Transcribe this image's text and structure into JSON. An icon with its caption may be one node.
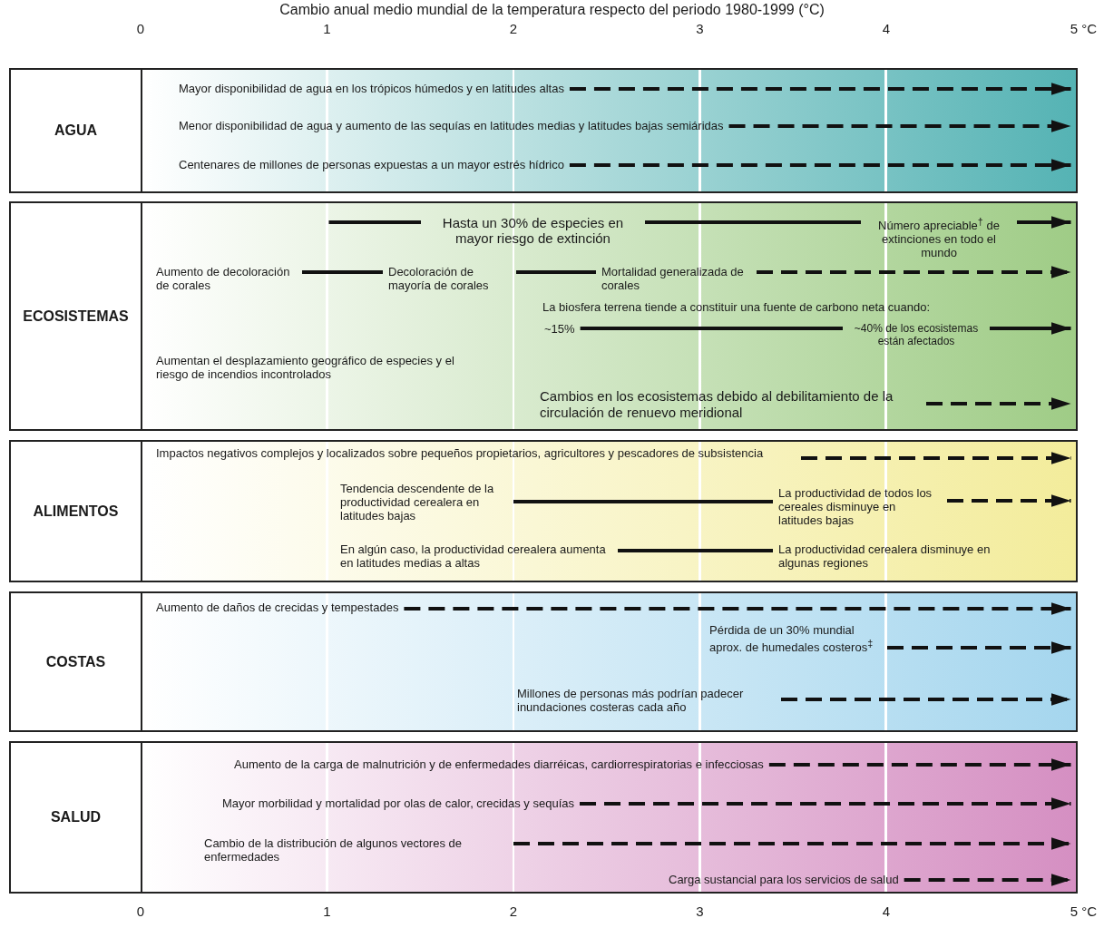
{
  "diagram": {
    "title": "Cambio anual medio mundial de la temperatura respecto del periodo 1980-1999 (°C)",
    "nodes": [
      {
        "text": [
          "AGUA"
        ]
      },
      {
        "text": [
          "Mayor disponibilidad de agua en los trópicos húmedos y en latitudes altas"
        ],
        "in": 0
      },
      {
        "text": [
          "Menor disponibilidad de agua y aumento de las sequías en latitudes medias y latitudes bajas semiáridas"
        ],
        "in": 0
      },
      {
        "text": [
          "Centenares de millones de personas expuestas a un mayor estrés hídrico"
        ],
        "in": 0
      },
      {
        "text": [
          "ECOSISTEMAS"
        ]
      },
      {
        "text": [
          "Hasta un 30% de especies en mayor riesgo de extinción"
        ],
        "in": 4
      },
      {
        "text": [
          "Número apreciable$^{†}$ de extinciones en todo el mundo"
        ],
        "in": 4
      },
      {
        "text": [
          "Aumento de decoloración de corales"
        ],
        "in": 4
      },
      {
        "text": [
          "Decoloración de mayoría de corales"
        ],
        "in": 4
      },
      {
        "text": [
          "Mortalidad generalizada de corales"
        ],
        "in": 4
      },
      {
        "text": [
          "~15%"
        ],
        "in": 4
      },
      {
        "text": [
          "~40% de los ecosistemas están afectados"
        ],
        "in": 4
      },
      {
        "text": [
          "Cambios en los ecosistemas debido al debilitamiento de la circulación de renuevo meridional"
        ],
        "in": 4
      },
      {
        "text": [
          "ALIMENTOS"
        ]
      },
      {
        "text": [
          "Impactos negativos complejos y localizados sobre pequeños propietarios, agricultores y pescadores de subsistencia"
        ],
        "in": 13
      },
      {
        "text": [
          "Tendencia descendente de la productividad cerealera en latitudes bajas"
        ],
        "in": 13
      },
      {
        "text": [
          "La productividad de todos los cereales disminuye en latitudes bajas"
        ],
        "in": 13
      },
      {
        "text": [
          "En algún caso, la productividad cerealera aumenta en latitudes medias a altas"
        ],
        "in": 13
      },
      {
        "text": [
          "La productividad cerealera disminuye en algunas regiones"
        ],
        "in": 13
      },
      {
        "text": [
          "COSTAS"
        ]
      },
      {
        "text": [
          "Aumento de daños de crecidas y tempestades"
        ],
        "in": 19
      },
      {
        "text": [
          "Pérdida de un 30% mundial aprox. de humedales costeros$^{‡}$"
        ],
        "in": 19
      },
      {
        "text": [
          "Millones de personas más podrían padecer inundaciones costeras cada año"
        ],
        "in": 19
      },
      {
        "text": [
          "SALUD"
        ]
      },
      {
        "text": [
          "Aumento de la carga de malnutrición y de enfermedades diarréicas, cardiorrespiratorias e infecciosas"
        ],
        "in": 23
      },
      {
        "text": [
          "Mayor morbilidad y mortalidad por olas de calor, crecidas y sequías"
        ],
        "in": 23
      },
      {
        "text": [
          "Cambio de la distribución de algunos vectores de enfermedades"
        ],
        "in": 23
      },
      {
        "text": [
          "Carga sustancial para los servicios de salud"
        ],
        "in": 23
      }
    ],
    "edges": [
      {
        "from": 1,
        "to": null,
        "arrow": "to",
        "style": "dashed"
      },
      {
        "from": 2,
        "to": null,
        "arrow": "to",
        "style": "dashed"
      },
      {
        "from": 3,
        "to": null,
        "arrow": "to",
        "style": "dashed"
      },
      {
        "from": null,
        "to": 5,
        "arrow": "none"
      },
      {
        "from": 5,
        "to": 6,
        "arrow": "none"
      },
      {
        "from": 6,
        "to": null,
        "arrow": "to"
      },
      {
        "from": 7,
        "to": 8,
        "arrow": "none"
      },
      {
        "from": 8,
        "to": 9,
        "arrow": "none"
      },
      {
        "from": 9,
        "to": null,
        "arrow": "to",
        "style": "dashed"
      },
      {
        "from": 10,
        "to": 11,
        "arrow": "none"
      },
      {
        "from": 11,
        "to": null,
        "arrow": "to"
      },
      {
        "from": 12,
        "to": null,
        "arrow": "to",
        "style": "dashed"
      },
      {
        "from": 14,
        "to": null,
        "arrow": "to",
        "style": "dashed"
      },
      {
        "from": 15,
        "to": 16,
        "arrow": "none"
      },
      {
        "from": 16,
        "to": null,
        "arrow": "to",
        "style": "dashed"
      },
      {
        "from": 17,
        "to": 18,
        "arrow": "none"
      },
      {
        "from": 20,
        "to": null,
        "arrow": "to",
        "style": "dashed"
      },
      {
        "from": 21,
        "to": null,
        "arrow": "to",
        "style": "dashed"
      },
      {
        "from": 22,
        "to": null,
        "arrow": "to",
        "style": "dashed"
      },
      {
        "from": 24,
        "to": null,
        "arrow": "to",
        "style": "dashed"
      },
      {
        "from": 25,
        "to": null,
        "arrow": "to",
        "style": "dashed"
      },
      {
        "from": 26,
        "to": null,
        "arrow": "to",
        "style": "dashed"
      },
      {
        "from": 27,
        "to": null,
        "arrow": "to",
        "style": "dashed"
      }
    ],
    "labels": [
      "0",
      "1",
      "2",
      "3",
      "4",
      "5 °C",
      "La biosfera terrena tiende a constituir una fuente de carbono neta cuando:",
      "Aumentan el desplazamiento geográfico de especies y el riesgo de incendios incontrolados",
      "0",
      "1",
      "2",
      "3",
      "4",
      "5 °C"
    ]
  }
}
